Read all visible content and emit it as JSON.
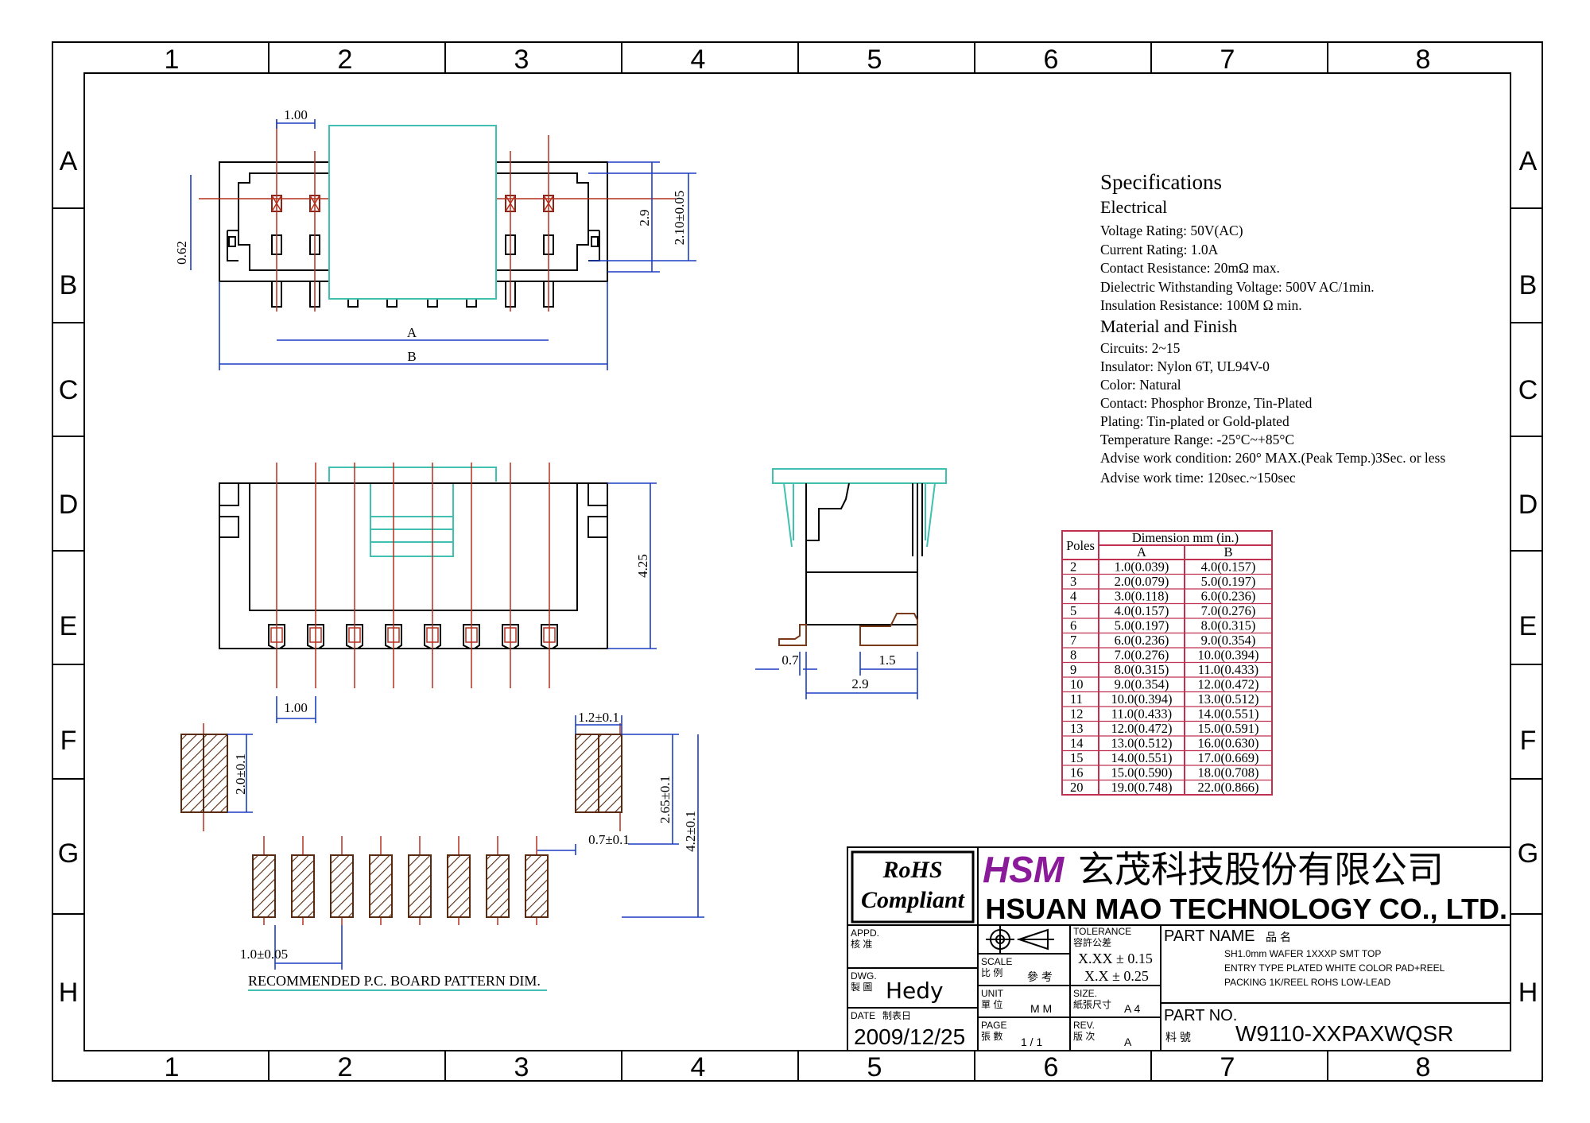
{
  "frame": {
    "columns": [
      "1",
      "2",
      "3",
      "4",
      "5",
      "6",
      "7",
      "8"
    ],
    "rows": [
      "A",
      "B",
      "C",
      "D",
      "E",
      "F",
      "G",
      "H"
    ]
  },
  "views": {
    "top_view": {
      "dim_pitch": "1.00",
      "dim_left_height": "0.62",
      "dim_height": "2.9",
      "dim_body": "2.10±0.05",
      "dim_a": "A",
      "dim_b": "B"
    },
    "front_view": {
      "dim_height": "4.25",
      "dim_pitch": "1.00"
    },
    "side_view": {
      "dim_small": "0.7",
      "dim_mid": "1.5",
      "dim_total": "2.9"
    },
    "pcb_pattern": {
      "dim_pad_width": "1.2±0.1",
      "dim_pad_height_left": "2.0±0.1",
      "dim_pad_height_right": "2.65±0.1",
      "dim_total_height": "4.2±0.1",
      "dim_signal_width": "0.7±0.1",
      "dim_pitch": "1.0±0.05",
      "caption": "RECOMMENDED P.C. BOARD PATTERN DIM."
    }
  },
  "specifications": {
    "title": "Specifications",
    "electrical_heading": "Electrical",
    "electrical": [
      "Voltage Rating: 50V(AC)",
      "Current Rating: 1.0A",
      "Contact Resistance: 20mΩ max.",
      "Dielectric Withstanding Voltage: 500V AC/1min.",
      "Insulation Resistance: 100M  Ω min."
    ],
    "material_heading": "Material and Finish",
    "material": [
      "Circuits: 2~15",
      "Insulator: Nylon 6T, UL94V-0",
      "Color: Natural",
      "Contact: Phosphor Bronze, Tin-Plated",
      "Plating: Tin-plated or Gold-plated",
      "Temperature Range: -25°C~+85°C",
      "Advise work condition: 260° MAX.(Peak Temp.)3Sec. or less",
      "Advise work time: 120sec.~150sec"
    ]
  },
  "dimension_table": {
    "header_poles": "Poles",
    "header_group": "Dimension mm (in.)",
    "header_a": "A",
    "header_b": "B",
    "rows": [
      {
        "poles": "2",
        "a": "1.0(0.039)",
        "b": "4.0(0.157)"
      },
      {
        "poles": "3",
        "a": "2.0(0.079)",
        "b": "5.0(0.197)"
      },
      {
        "poles": "4",
        "a": "3.0(0.118)",
        "b": "6.0(0.236)"
      },
      {
        "poles": "5",
        "a": "4.0(0.157)",
        "b": "7.0(0.276)"
      },
      {
        "poles": "6",
        "a": "5.0(0.197)",
        "b": "8.0(0.315)"
      },
      {
        "poles": "7",
        "a": "6.0(0.236)",
        "b": "9.0(0.354)"
      },
      {
        "poles": "8",
        "a": "7.0(0.276)",
        "b": "10.0(0.394)"
      },
      {
        "poles": "9",
        "a": "8.0(0.315)",
        "b": "11.0(0.433)"
      },
      {
        "poles": "10",
        "a": "9.0(0.354)",
        "b": "12.0(0.472)"
      },
      {
        "poles": "11",
        "a": "10.0(0.394)",
        "b": "13.0(0.512)"
      },
      {
        "poles": "12",
        "a": "11.0(0.433)",
        "b": "14.0(0.551)"
      },
      {
        "poles": "13",
        "a": "12.0(0.472)",
        "b": "15.0(0.591)"
      },
      {
        "poles": "14",
        "a": "13.0(0.512)",
        "b": "16.0(0.630)"
      },
      {
        "poles": "15",
        "a": "14.0(0.551)",
        "b": "17.0(0.669)"
      },
      {
        "poles": "16",
        "a": "15.0(0.590)",
        "b": "18.0(0.708)"
      },
      {
        "poles": "20",
        "a": "19.0(0.748)",
        "b": "22.0(0.866)"
      }
    ]
  },
  "title_block": {
    "rohs_line1": "RoHS",
    "rohs_line2": "Compliant",
    "logo": "HSM",
    "company_cn": "玄茂科技股份有限公司",
    "company_en": "HSUAN MAO TECHNOLOGY CO., LTD.",
    "appd_label": "APPD.",
    "appd_cn": "核 准",
    "dwg_label": "DWG.",
    "dwg_cn": "製 圖",
    "drawn_by": "Hedy",
    "date_label": "DATE",
    "date_cn": "制表日",
    "date_value": "2009/12/25",
    "scale_label": "SCALE",
    "scale_cn": "比 例",
    "scale_value": "參 考",
    "unit_label": "UNIT",
    "unit_cn": "單 位",
    "unit_value": "M M",
    "page_label": "PAGE",
    "page_cn": "張 數",
    "page_value": "1 / 1",
    "tolerance_label": "TOLERANCE",
    "tolerance_cn": "容許公差",
    "tolerance_1": "X.XX ± 0.15",
    "tolerance_2": "X.X ± 0.25",
    "size_label": "SIZE.",
    "size_cn": "紙張尺寸",
    "size_value": "A 4",
    "rev_label": "REV.",
    "rev_cn": "版 次",
    "rev_value": "A",
    "part_name_label": "PART NAME",
    "part_name_cn": "品   名",
    "part_name_line1": "SH1.0mm WAFER 1XXXP SMT TOP",
    "part_name_line2": "ENTRY TYPE PLATED WHITE COLOR PAD+REEL",
    "part_name_line3": "PACKING 1K/REEL ROHS LOW-LEAD",
    "part_no_label": "PART NO.",
    "part_no_cn": "料   號",
    "part_no_value": "W9110-XXPAXWQSR"
  },
  "colors": {
    "outline": "#000000",
    "centerline": "#b5301f",
    "teal": "#40c0b0",
    "dimension": "#1a3fc0",
    "table_border": "#c03050",
    "logo": "#8a1a9a",
    "pad_hatch": "#7a3a1a"
  }
}
